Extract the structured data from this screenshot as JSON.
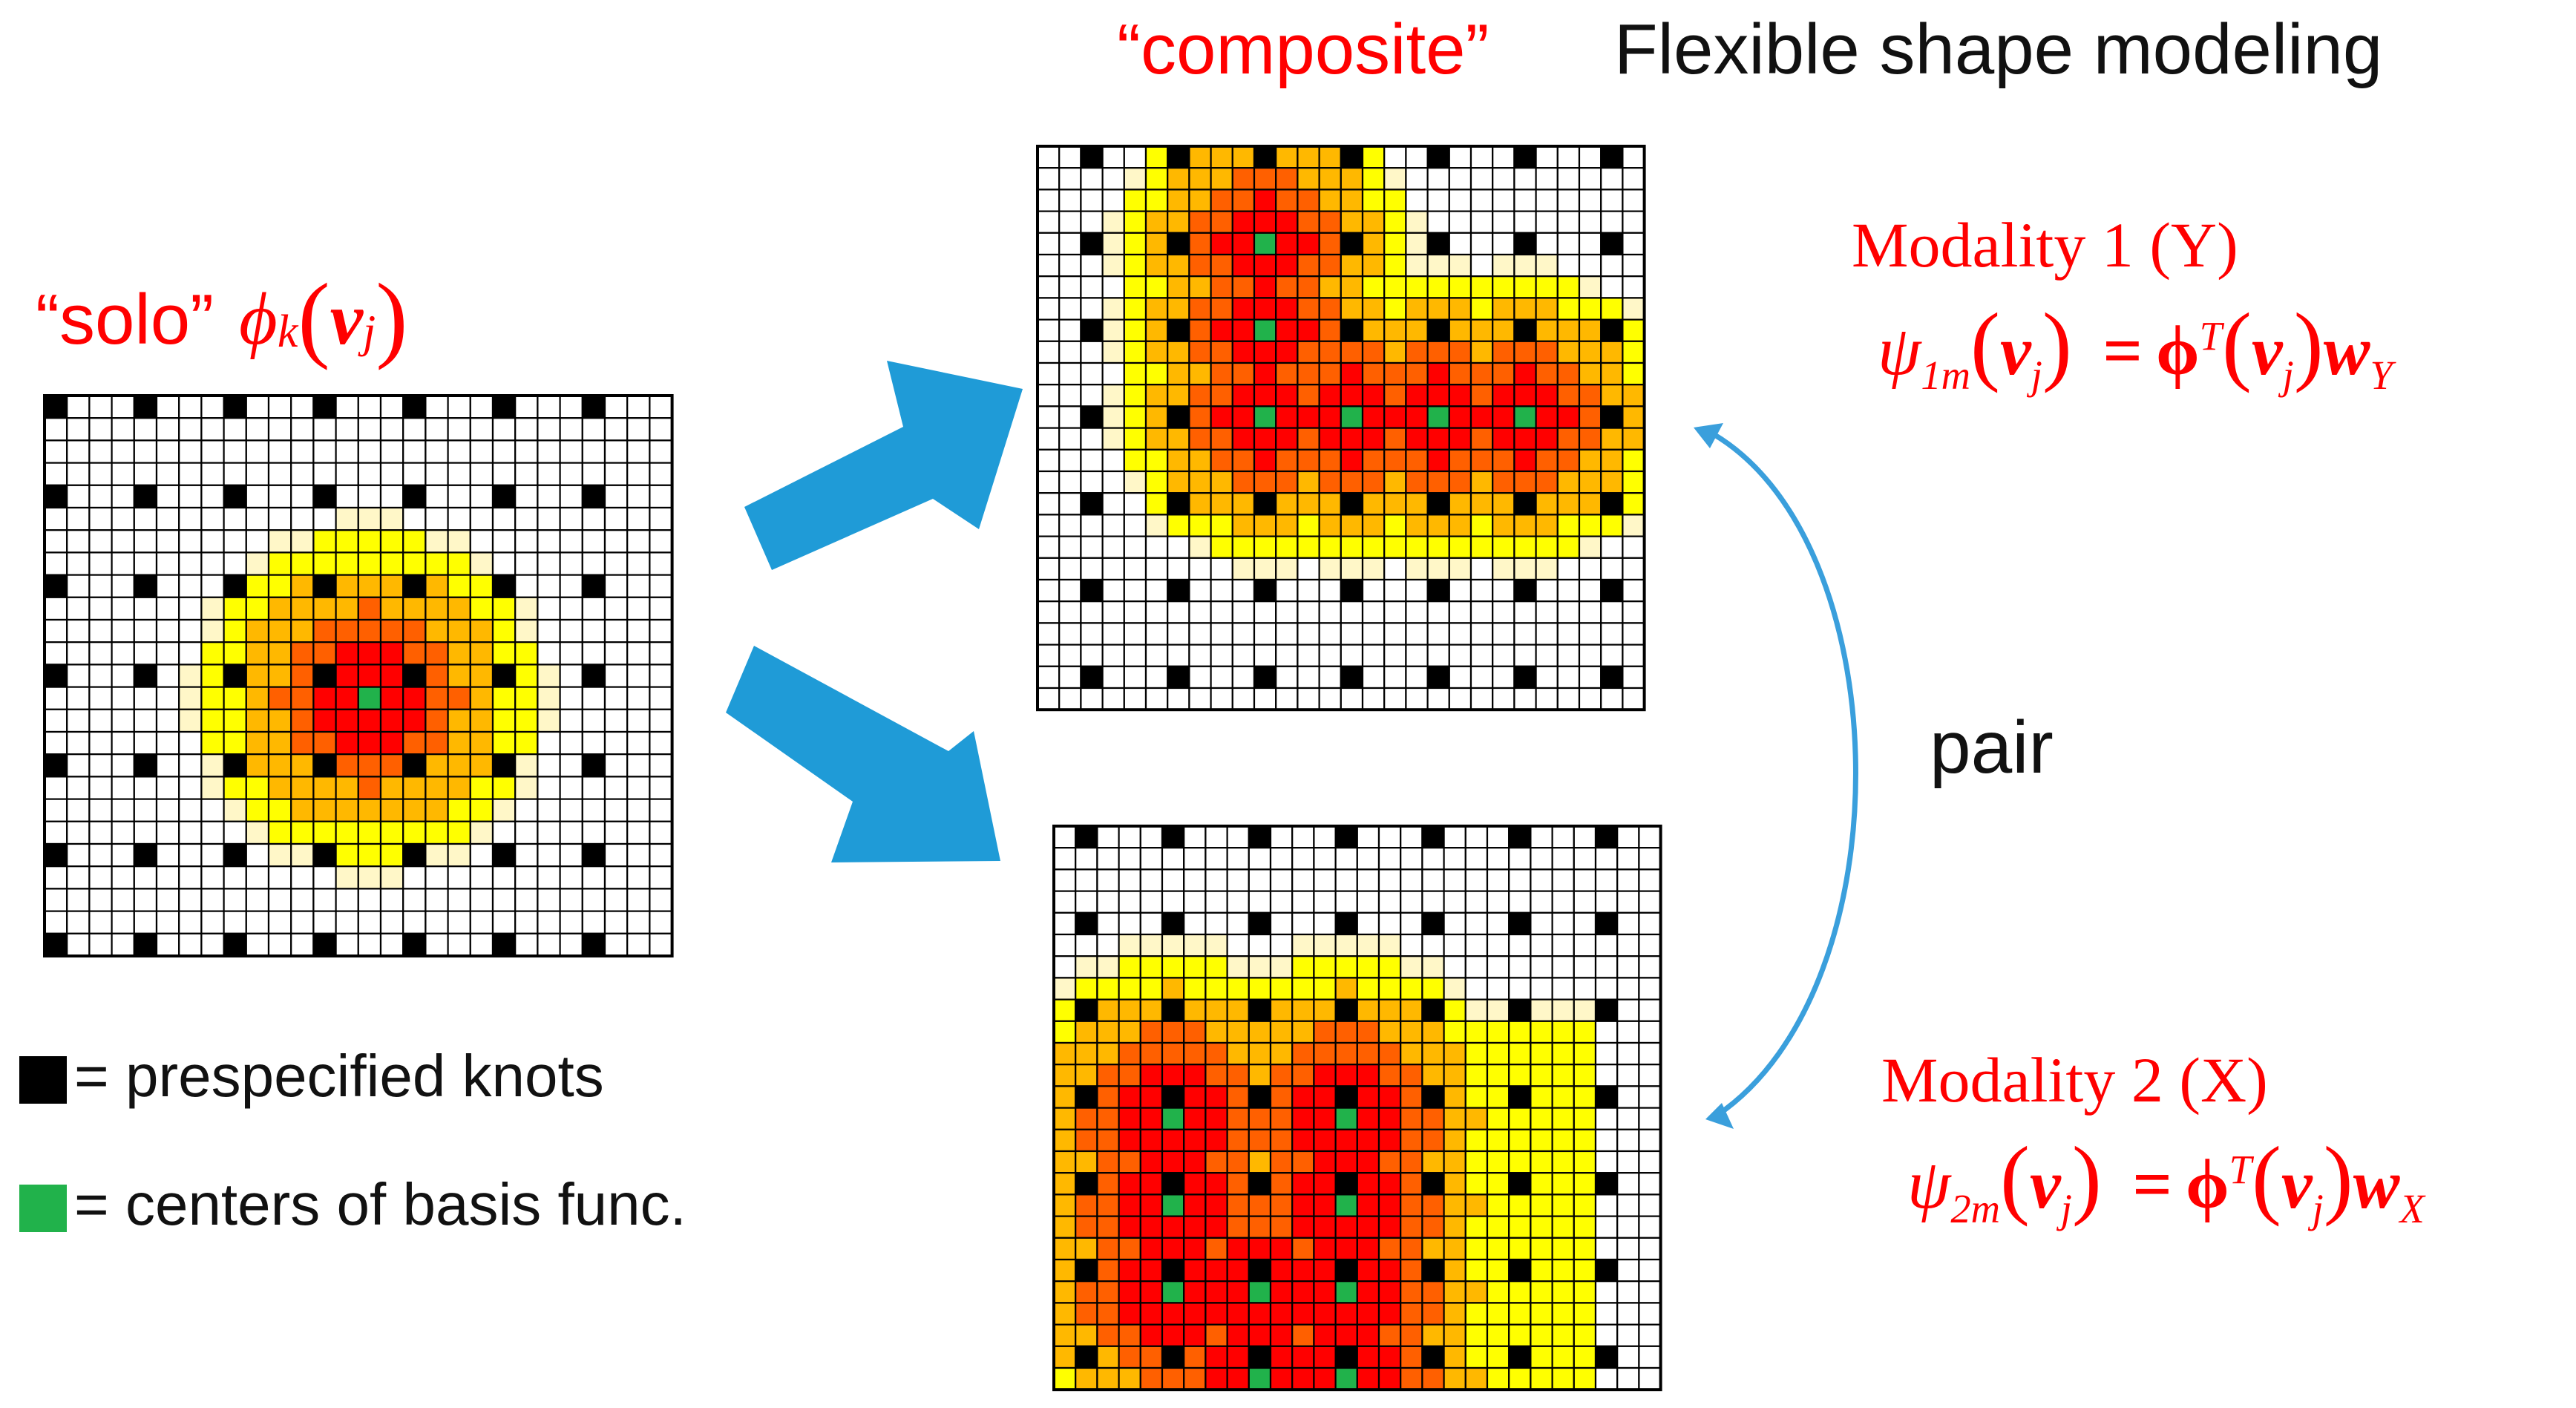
{
  "title": {
    "composite": "“composite”",
    "subtitle": "Flexible shape modeling"
  },
  "solo": {
    "label": "“solo”",
    "func": "ϕ",
    "func_sub": "k",
    "arg": "v",
    "arg_sub": "j"
  },
  "modality1": {
    "label": "Modality 1 (Y)",
    "psi": "ψ",
    "psi_sub": "1m",
    "arg": "v",
    "arg_sub": "j",
    "eq": "=",
    "phi": "ϕ",
    "phi_sup": "T",
    "w": "w",
    "w_sub": "Y"
  },
  "modality2": {
    "label": "Modality 2 (X)",
    "psi": "ψ",
    "psi_sub": "2m",
    "arg": "v",
    "arg_sub": "j",
    "eq": "=",
    "phi": "ϕ",
    "phi_sup": "T",
    "w": "w",
    "w_sub": "X"
  },
  "pair_label": "pair",
  "legend": {
    "knots": "= prespecified knots",
    "centers": "= centers of basis func.",
    "knot_color": "#000000",
    "center_color": "#21b24b"
  },
  "colors": {
    "red_text": "#ff0000",
    "arrow_blue": "#1f9bd7",
    "curve_blue": "#3a9fdc",
    "heat_1": "#fff7c8",
    "heat_2": "#ffff00",
    "heat_3": "#ffb800",
    "heat_4": "#ff6000",
    "heat_5": "#ff0000"
  }
}
